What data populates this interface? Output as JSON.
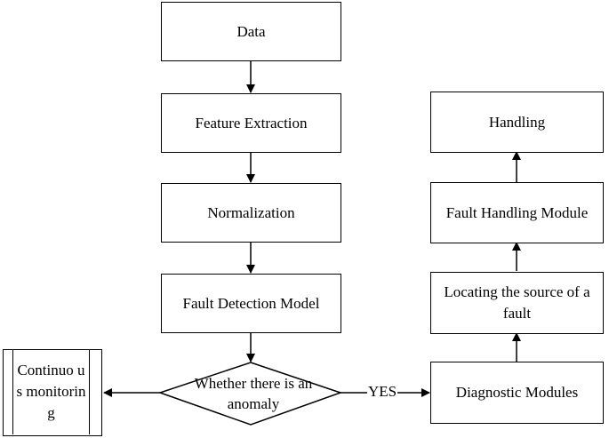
{
  "nodes": {
    "data": "Data",
    "feature_extraction": "Feature Extraction",
    "normalization": "Normalization",
    "fault_detection_model": "Fault Detection Model",
    "decision": "Whether there is an anomaly",
    "continuous_monitoring": "Continuo us monitorin g",
    "diagnostic_modules": "Diagnostic Modules",
    "locating_source": "Locating the source of a fault",
    "fault_handling_module": "Fault Handling Module",
    "handling": "Handling"
  },
  "edge_labels": {
    "yes": "YES"
  }
}
